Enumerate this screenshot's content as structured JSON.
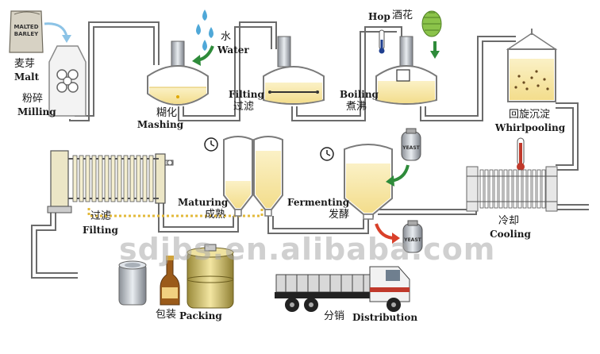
{
  "colors": {
    "pipe": "#6b6b6b",
    "liquid": "#f6e7a8",
    "liquid_dark": "#e9c75a",
    "tank_outline": "#7a7a7a",
    "arrow_green": "#2e8b3a",
    "arrow_red": "#d9402a",
    "water_drop": "#4fa8d8",
    "thermometer_red": "#c0392b",
    "thermometer_blue": "#1f3f8f"
  },
  "icons": [
    "malt-bag-icon",
    "mill-icon",
    "water-drop-icon",
    "hop-cone-icon",
    "thermometer-icon",
    "clock-icon",
    "yeast-bottle-icon",
    "filter-press-icon",
    "can-icon",
    "bottle-icon",
    "keg-icon",
    "truck-icon"
  ],
  "sack_text": [
    "MALTED",
    "BARLEY"
  ],
  "yeast_text": "YEAST",
  "steps": {
    "malt": {
      "zh": "麦芽",
      "en": "Malt"
    },
    "milling": {
      "zh": "粉碎",
      "en": "Milling"
    },
    "water": {
      "zh": "水",
      "en": "Water"
    },
    "mashing": {
      "zh": "糊化",
      "en": "Mashing"
    },
    "filting_top": {
      "en": "Filting",
      "zh": "过滤"
    },
    "hop": {
      "en": "Hop",
      "zh": "酒花"
    },
    "boiling": {
      "en": "Boiling",
      "zh": "煮沸"
    },
    "whirlpooling": {
      "zh": "回旋沉淀",
      "en": "Whirlpooling"
    },
    "cooling": {
      "zh": "冷却",
      "en": "Cooling"
    },
    "fermenting": {
      "en": "Fermenting",
      "zh": "发酵"
    },
    "maturing": {
      "en": "Maturing",
      "zh": "成熟"
    },
    "filting_bottom": {
      "zh": "过滤",
      "en": "Filting"
    },
    "packing": {
      "zh": "包装",
      "en": "Packing"
    },
    "distribution": {
      "zh": "分销",
      "en": "Distribution"
    }
  },
  "watermark": "sdjbs.en.alibaba.com"
}
